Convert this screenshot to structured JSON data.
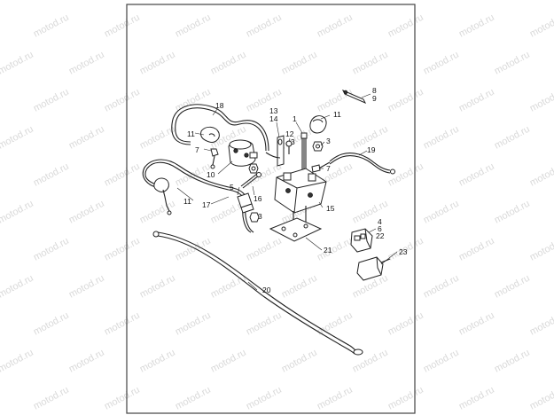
{
  "watermark": {
    "text": "motod.ru",
    "color": "#d9d9d9"
  },
  "callouts": {
    "c1": "1",
    "c3a": "3",
    "c3b": "3",
    "c3c": "3",
    "c4": "4",
    "c5": "5",
    "c6": "6",
    "c7a": "7",
    "c7b": "7",
    "c8": "8",
    "c9": "9",
    "c10": "10",
    "c11a": "11",
    "c11b": "11",
    "c11c": "11",
    "c12": "12",
    "c13": "13",
    "c14": "14",
    "c15": "15",
    "c16": "16",
    "c17": "17",
    "c18": "18",
    "c19": "19",
    "c20": "20",
    "c21": "21",
    "c22": "22",
    "c23": "23"
  },
  "colors": {
    "line": "#222222",
    "frame": "#444444",
    "background": "#ffffff"
  }
}
